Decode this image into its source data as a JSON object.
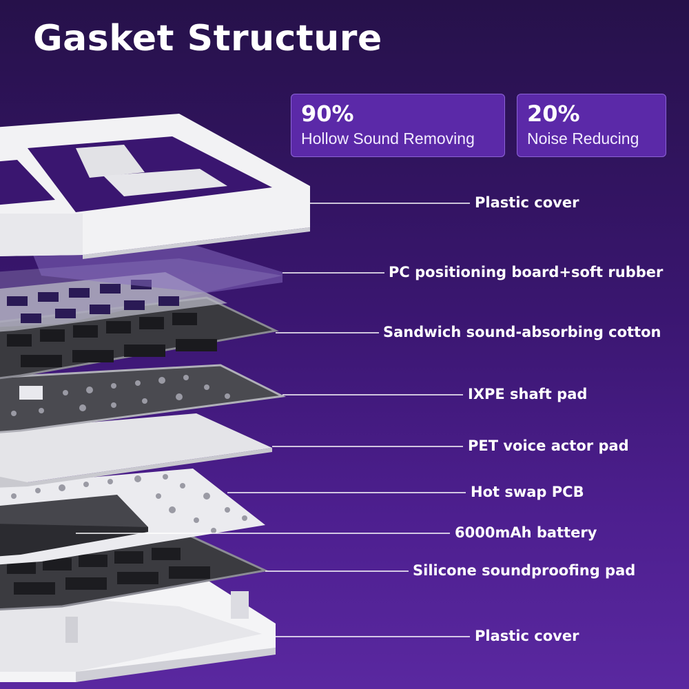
{
  "title": "Gasket Structure",
  "stats": [
    {
      "value": "90%",
      "description": "Hollow Sound Removing"
    },
    {
      "value": "20%",
      "description": "Noise Reducing"
    }
  ],
  "layers": [
    {
      "label": "Plastic cover"
    },
    {
      "label": "PC positioning board+soft rubber"
    },
    {
      "label": "Sandwich sound-absorbing cotton"
    },
    {
      "label": "IXPE shaft pad"
    },
    {
      "label": "PET voice actor pad"
    },
    {
      "label": "Hot swap PCB"
    },
    {
      "label": "6000mAh battery"
    },
    {
      "label": "Silicone soundproofing pad"
    },
    {
      "label": "Plastic cover"
    }
  ],
  "colors": {
    "background_top": "#26114a",
    "background_bottom": "#5a28a0",
    "stat_box": "#5b29a8",
    "text": "#ffffff"
  }
}
